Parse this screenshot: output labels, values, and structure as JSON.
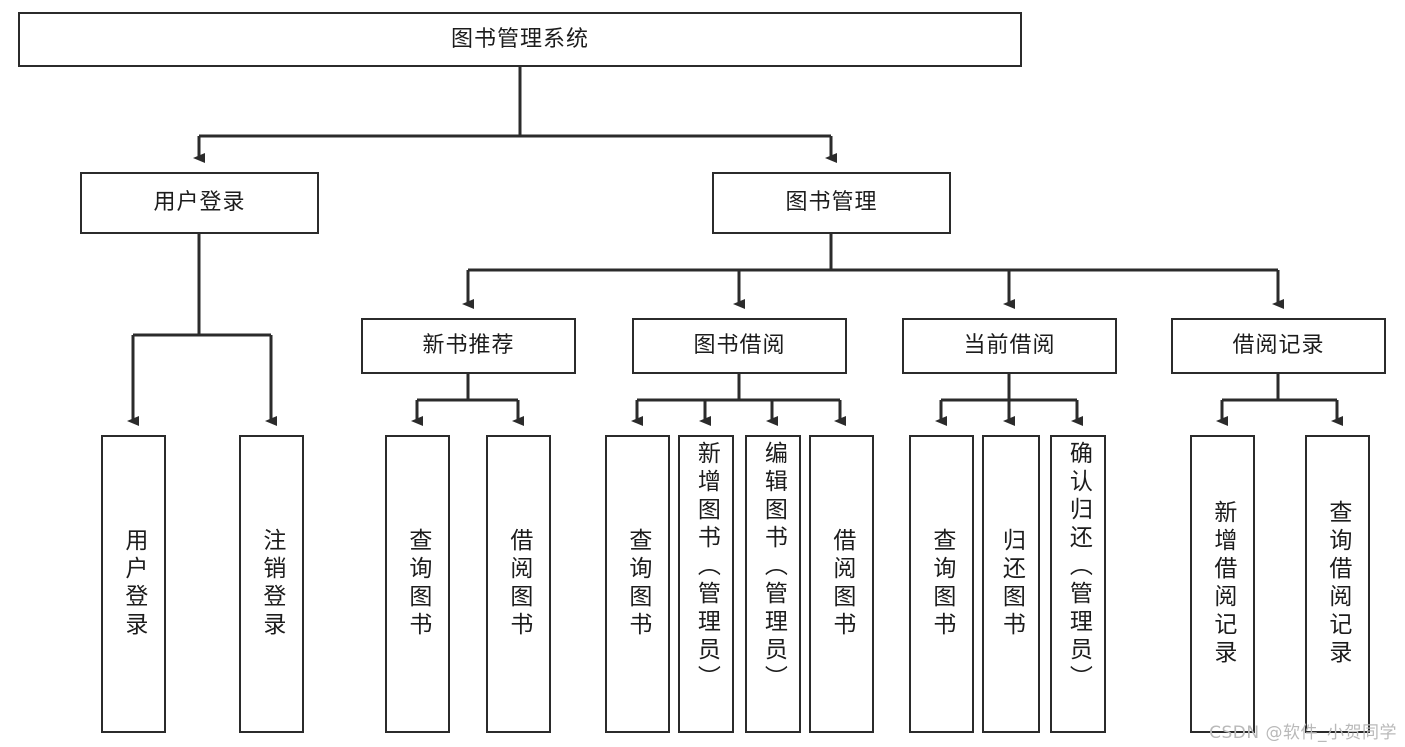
{
  "diagram": {
    "title": "图书管理系统",
    "type": "tree",
    "root": {
      "id": "root",
      "label": "图书管理系统"
    },
    "level2": [
      {
        "id": "user-login",
        "label": "用户登录"
      },
      {
        "id": "book-manage",
        "label": "图书管理"
      }
    ],
    "level3": [
      {
        "id": "new-book-recommend",
        "label": "新书推荐",
        "parent": "book-manage"
      },
      {
        "id": "book-borrow",
        "label": "图书借阅",
        "parent": "book-manage"
      },
      {
        "id": "current-borrow",
        "label": "当前借阅",
        "parent": "book-manage"
      },
      {
        "id": "borrow-record",
        "label": "借阅记录",
        "parent": "book-manage"
      }
    ],
    "leaves": [
      {
        "id": "leaf-user-login",
        "label": "用户登录",
        "parent": "user-login"
      },
      {
        "id": "leaf-logout-login",
        "label": "注销登录",
        "parent": "user-login"
      },
      {
        "id": "leaf-query-book-1",
        "label": "查询图书",
        "parent": "new-book-recommend"
      },
      {
        "id": "leaf-borrow-book-1",
        "label": "借阅图书",
        "parent": "new-book-recommend"
      },
      {
        "id": "leaf-query-book-2",
        "label": "查询图书",
        "parent": "book-borrow"
      },
      {
        "id": "leaf-add-book",
        "label": "新增图书（管理员）",
        "parent": "book-borrow"
      },
      {
        "id": "leaf-edit-book",
        "label": "编辑图书（管理员）",
        "parent": "book-borrow"
      },
      {
        "id": "leaf-borrow-book-2",
        "label": "借阅图书",
        "parent": "book-borrow"
      },
      {
        "id": "leaf-query-book-3",
        "label": "查询图书",
        "parent": "current-borrow"
      },
      {
        "id": "leaf-return-book",
        "label": "归还图书",
        "parent": "current-borrow"
      },
      {
        "id": "leaf-confirm-return",
        "label": "确认归还（管理员）",
        "parent": "current-borrow"
      },
      {
        "id": "leaf-add-record",
        "label": "新增借阅记录",
        "parent": "borrow-record"
      },
      {
        "id": "leaf-query-record",
        "label": "查询借阅记录",
        "parent": "borrow-record"
      }
    ],
    "colors": {
      "border": "#2b2b2b",
      "background": "#ffffff",
      "text": "#1c1c1c",
      "connector": "#2b2b2b",
      "watermark": "#b9b9b9"
    }
  },
  "watermark": {
    "text": "CSDN @软件_小贺同学"
  }
}
